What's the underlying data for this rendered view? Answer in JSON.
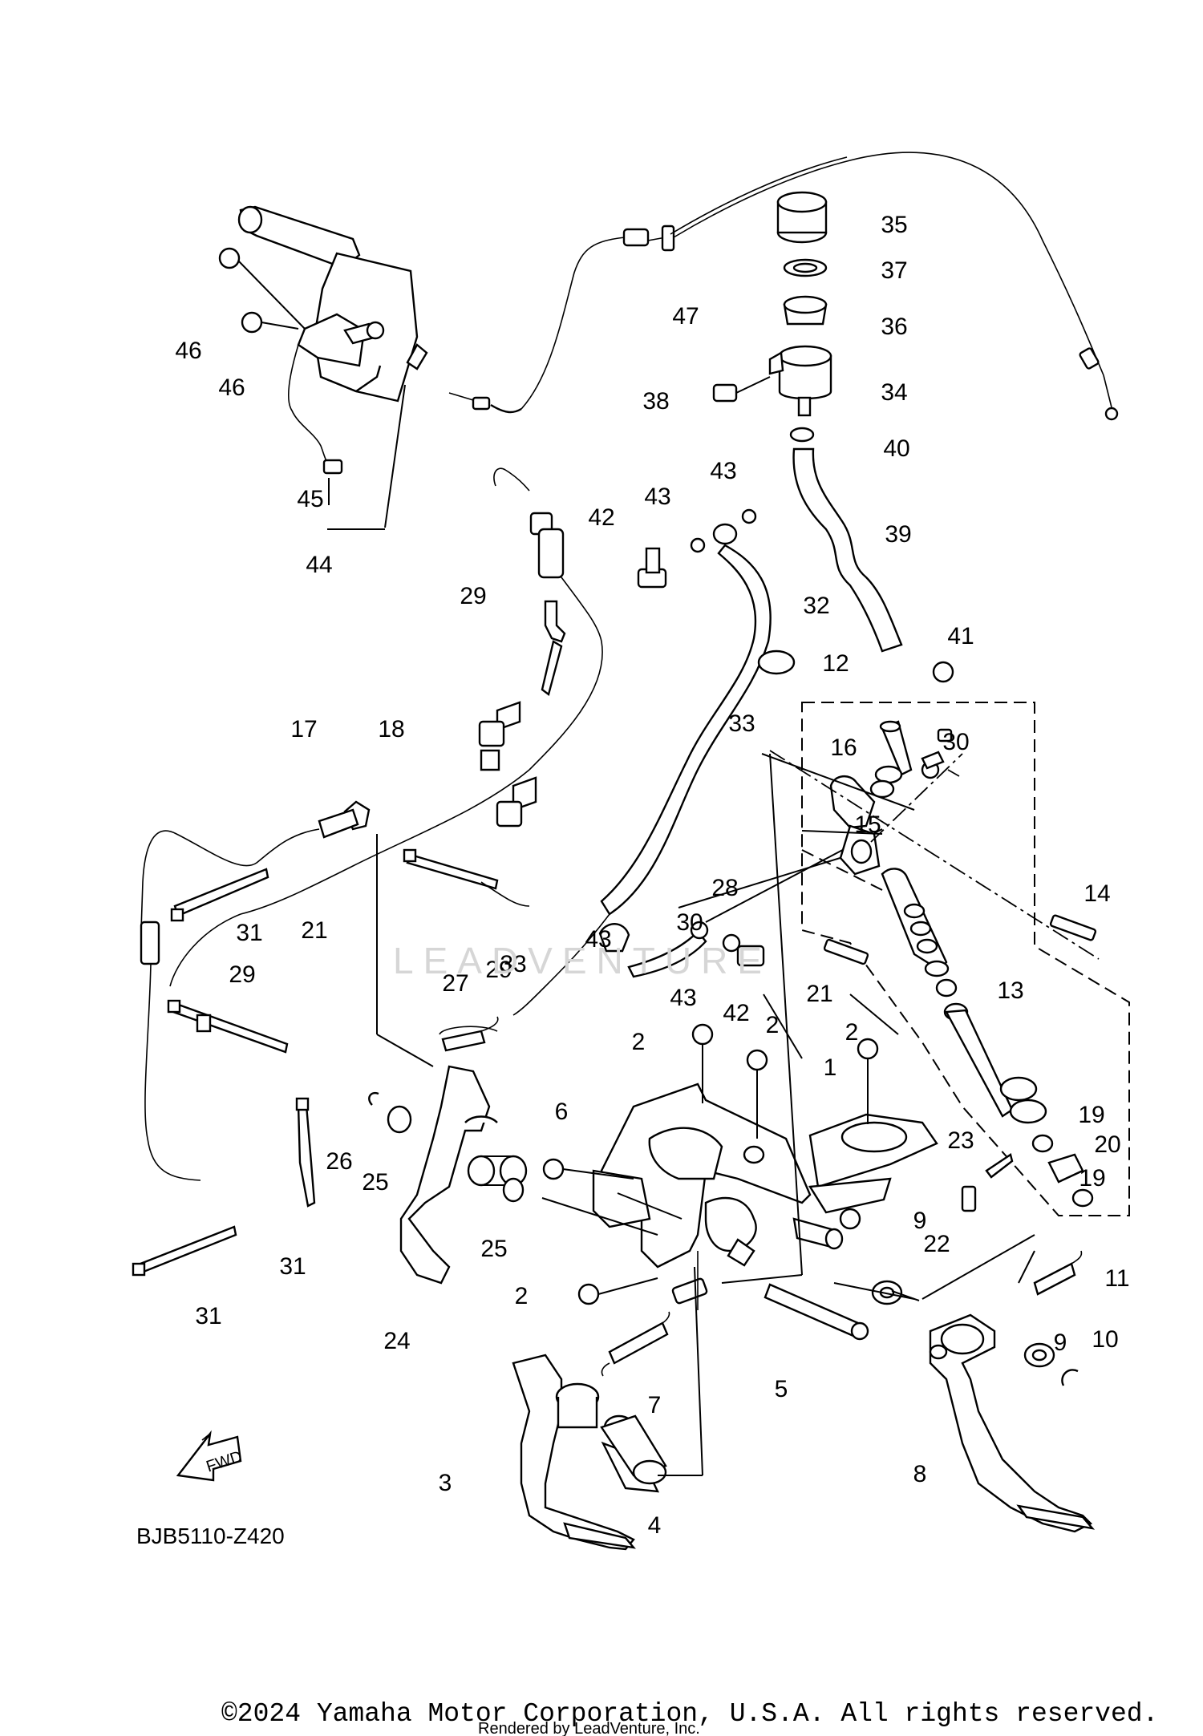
{
  "diagram": {
    "code": "BJB5110-Z420",
    "fwd_label": "FWD",
    "watermark": "LEADVENTURE",
    "copyright": "©2024 Yamaha Motor Corporation, U.S.A. All rights reserved.",
    "rendered_by": "Rendered by LeadVenture, Inc.",
    "callouts": [
      "35",
      "37",
      "36",
      "34",
      "38",
      "40",
      "47",
      "46",
      "46",
      "45",
      "44",
      "43",
      "43",
      "42",
      "39",
      "32",
      "29",
      "41",
      "12",
      "33",
      "30",
      "16",
      "15",
      "17",
      "18",
      "14",
      "28",
      "30",
      "21",
      "31",
      "43",
      "33",
      "29",
      "29",
      "27",
      "21",
      "42",
      "43",
      "13",
      "2",
      "2",
      "2",
      "1",
      "6",
      "26",
      "25",
      "19",
      "23",
      "20",
      "25",
      "19",
      "22",
      "9",
      "11",
      "31",
      "2",
      "24",
      "31",
      "9",
      "10",
      "5",
      "7",
      "8",
      "3",
      "4"
    ]
  }
}
